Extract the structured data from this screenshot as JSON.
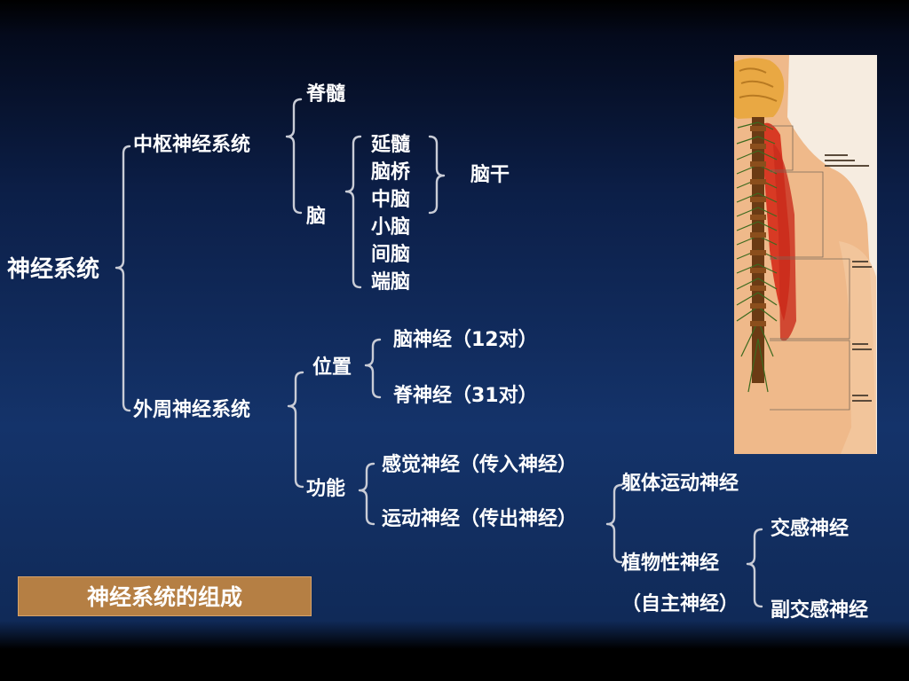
{
  "root": "神经系统",
  "central": {
    "label": "中枢神经系统",
    "spinal_cord": "脊髓",
    "brain": "脑",
    "brain_parts": [
      "延髓",
      "脑桥",
      "中脑",
      "小脑",
      "间脑",
      "端脑"
    ],
    "brainstem": "脑干"
  },
  "peripheral": {
    "label": "外周神经系统",
    "position": {
      "label": "位置",
      "items": [
        "脑神经（12对）",
        "脊神经（31对）"
      ]
    },
    "function": {
      "label": "功能",
      "sensory": "感觉神经（传入神经）",
      "motor": "运动神经（传出神经）",
      "somatic_motor": "躯体运动神经",
      "autonomic": "植物性神经",
      "autonomic_alt": "（自主神经）",
      "sympathetic": "交感神经",
      "parasympathetic": "副交感神经"
    }
  },
  "title_box": "神经系统的组成",
  "colors": {
    "background_top": "#000000",
    "background_mid": "#14336a",
    "title_box": "#b57f44",
    "text": "#ffffff",
    "bracket": "#c9ccd6"
  },
  "icons": [
    "spinal-nerve-anatomy-illustration"
  ]
}
